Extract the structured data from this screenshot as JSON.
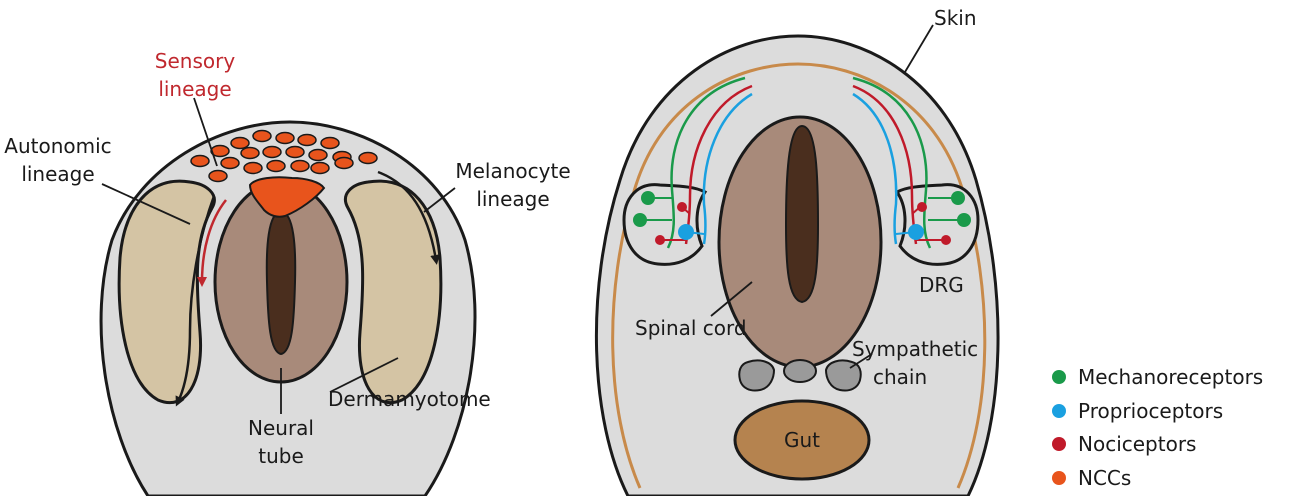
{
  "colors": {
    "tissue": "#dcdcdc",
    "outline": "#1a1a1a",
    "neural_tube": "#a88a7a",
    "lumen": "#4a2e1e",
    "dermamyotome": "#d4c4a4",
    "ncc": "#e8541c",
    "skin_line": "#c88a4a",
    "gut": "#b5834f",
    "chain": "#9a9a9a",
    "mechanoreceptor": "#1a9a4a",
    "proprioceptor": "#1aa0e0",
    "nociceptor": "#c01a2a",
    "sensory_arrow": "#c0282e"
  },
  "left_panel": {
    "sensory_lineage": [
      "Sensory",
      "lineage"
    ],
    "autonomic_lineage": [
      "Autonomic",
      "lineage"
    ],
    "melanocyte_lineage": [
      "Melanocyte",
      "lineage"
    ],
    "neural_tube": [
      "Neural",
      "tube"
    ],
    "dermamyotome": "Dermamyotome"
  },
  "right_panel": {
    "skin": "Skin",
    "drg": "DRG",
    "spinal_cord": "Spinal cord",
    "sympathetic_chain": [
      "Sympathetic",
      "chain"
    ],
    "gut": "Gut"
  },
  "legend": [
    {
      "label": "Mechanoreceptors",
      "color": "#1a9a4a"
    },
    {
      "label": "Proprioceptors",
      "color": "#1aa0e0"
    },
    {
      "label": "Nociceptors",
      "color": "#c01a2a"
    },
    {
      "label": "NCCs",
      "color": "#e8541c"
    }
  ]
}
